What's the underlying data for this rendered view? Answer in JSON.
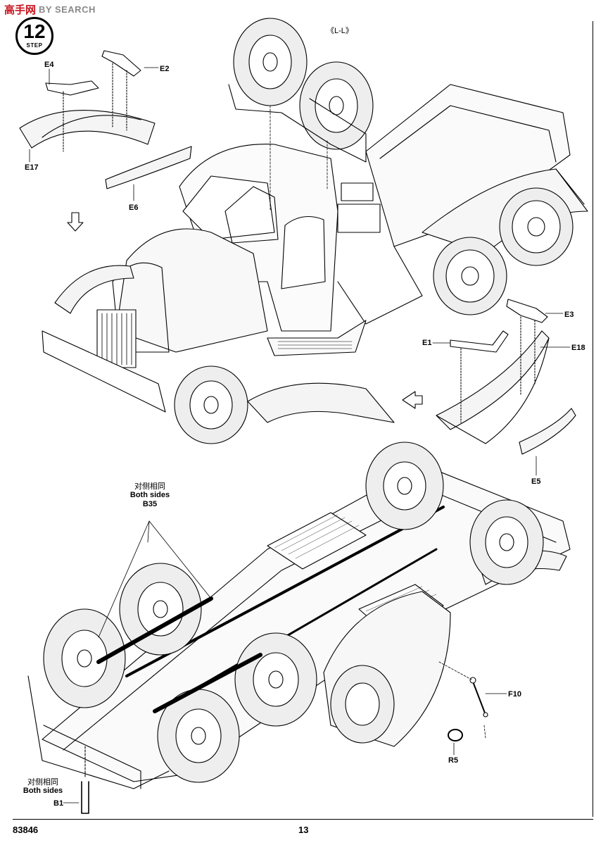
{
  "watermark": {
    "part1": "高手网",
    "part2": "BY SEARCH"
  },
  "step": {
    "number": "12",
    "label": "STEP"
  },
  "top_view": {
    "label": "《L-L》"
  },
  "callouts_front": [
    "E4",
    "E2",
    "E17",
    "E6"
  ],
  "callouts_rear": [
    "E3",
    "E1",
    "E18",
    "E5"
  ],
  "callouts_bottom": [
    "F10",
    "R5",
    "B1"
  ],
  "note_b35": {
    "cn": "对侧相同",
    "en": "Both sides",
    "part": "B35"
  },
  "note_b1": {
    "cn": "对侧相同",
    "en": "Both sides"
  },
  "footer": {
    "kit_number": "83846",
    "page_number": "13"
  }
}
